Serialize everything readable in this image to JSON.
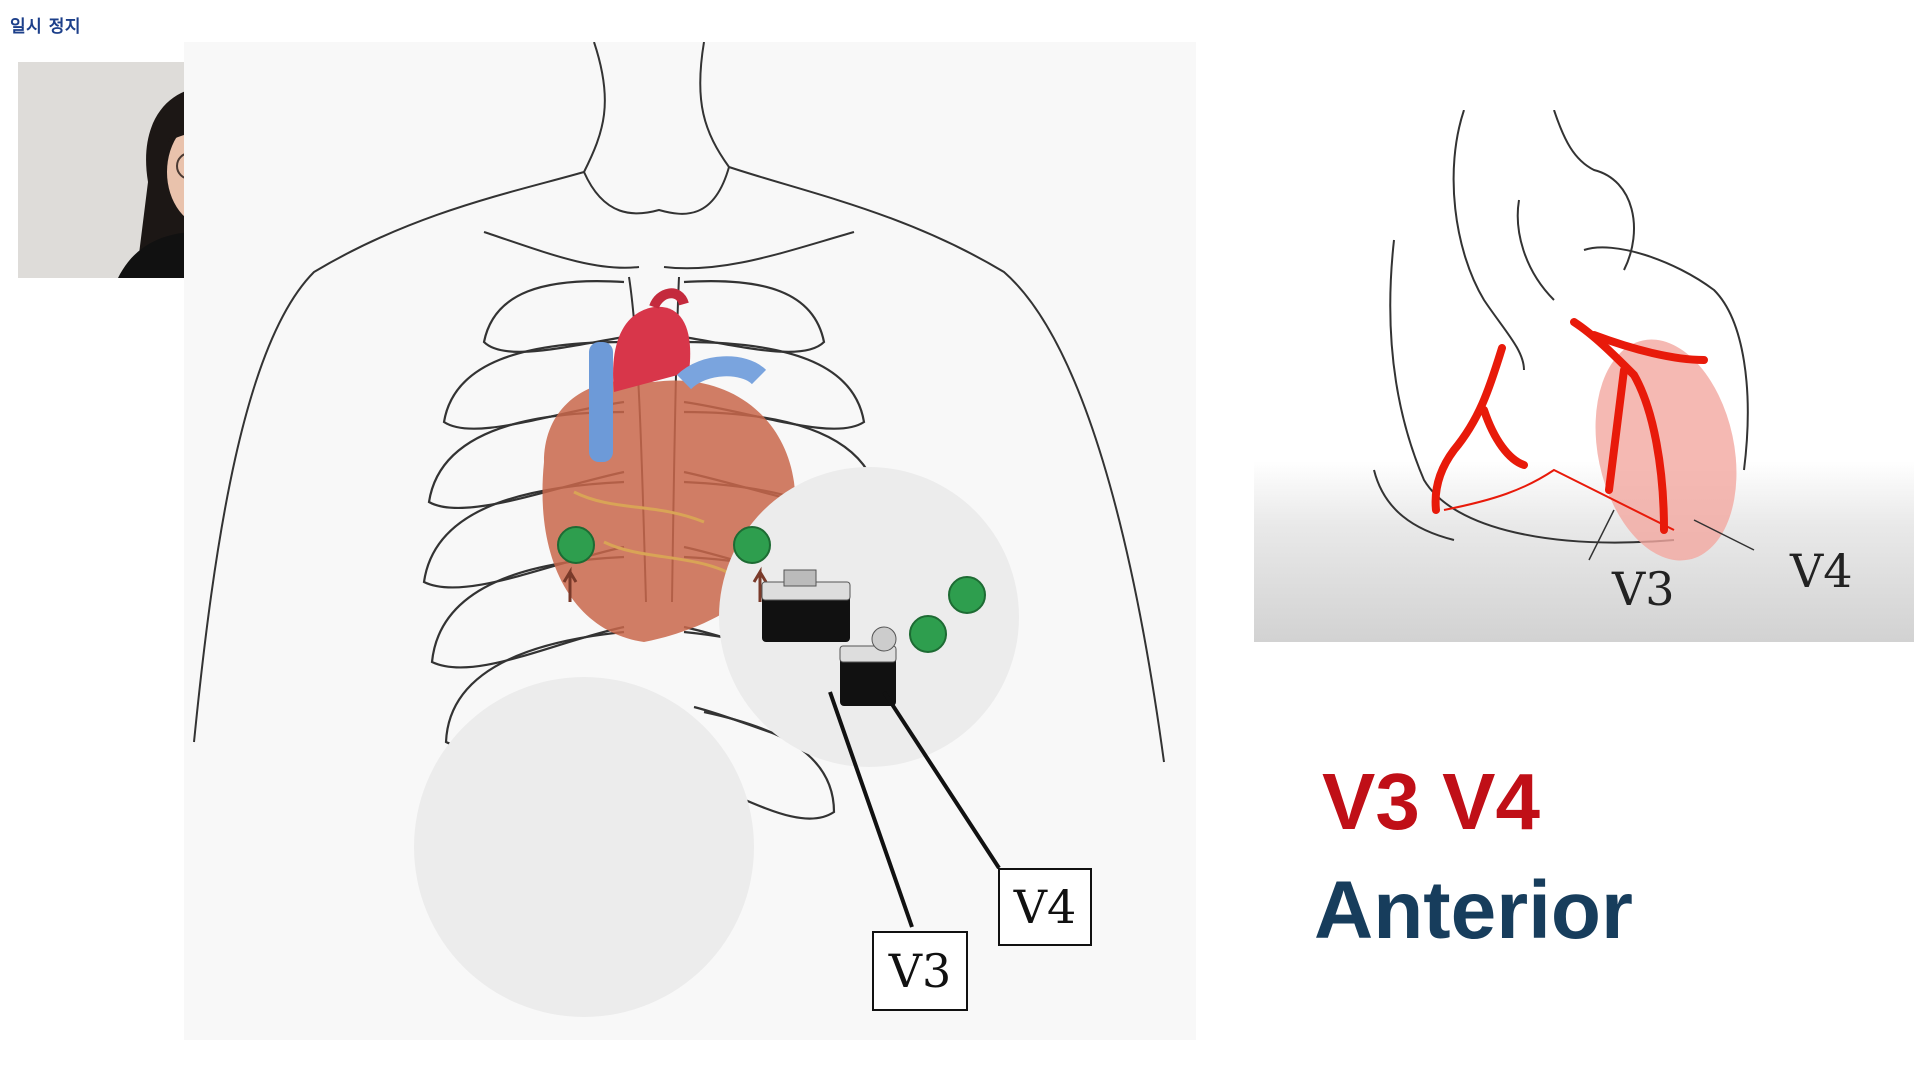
{
  "status": {
    "pause_label": "일시 정지"
  },
  "main_figure": {
    "lead_labels": {
      "v3": "V3",
      "v4": "V4"
    }
  },
  "side_figure": {
    "lead_labels": {
      "v3": "V3",
      "v4": "V4"
    }
  },
  "slide": {
    "leads_title": "V3 V4",
    "region_title": "Anterior"
  },
  "colors": {
    "leads_title": "#c00f17",
    "region_title": "#173d5c",
    "electrode": "#2e9e4e",
    "artery": "#e81a0a"
  },
  "icons": [
    "camera-icon",
    "camera-icon"
  ]
}
